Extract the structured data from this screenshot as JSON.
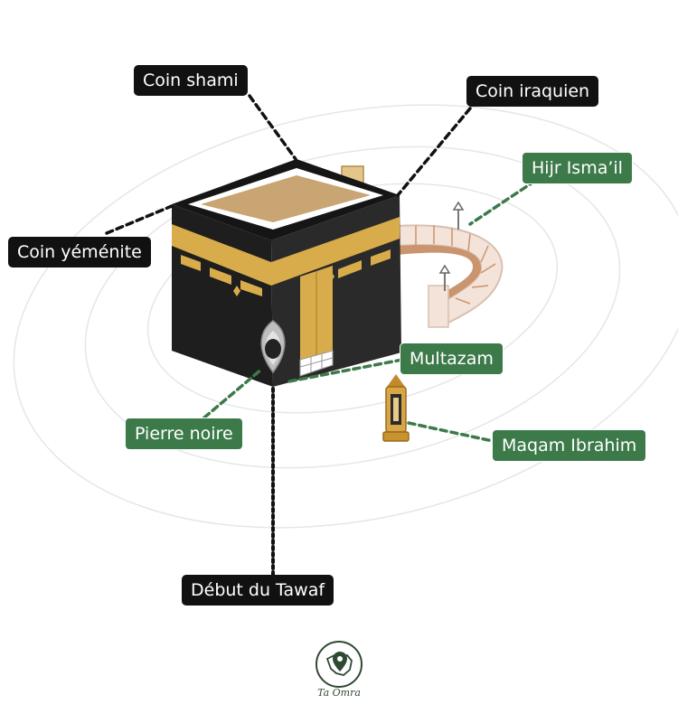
{
  "labels": {
    "coin_shami": "Coin shami",
    "coin_iraquien": "Coin iraquien",
    "hijr_ismail": "Hijr Isma’il",
    "coin_yemenite": "Coin yéménite",
    "multazam": "Multazam",
    "pierre_noire": "Pierre noire",
    "maqam_ibrahim": "Maqam Ibrahim",
    "debut_tawaf": "Début du Tawaf"
  },
  "logo": {
    "text": "Ta Omra",
    "icon": "location-pin-map-icon"
  },
  "colors": {
    "dark_label": "#111111",
    "green_label": "#3d7a4a",
    "kaaba_black": "#1e1e1e",
    "gold": "#d8ac4a",
    "roof": "#c8a572",
    "hijr_wall": "#f3e3d8"
  }
}
